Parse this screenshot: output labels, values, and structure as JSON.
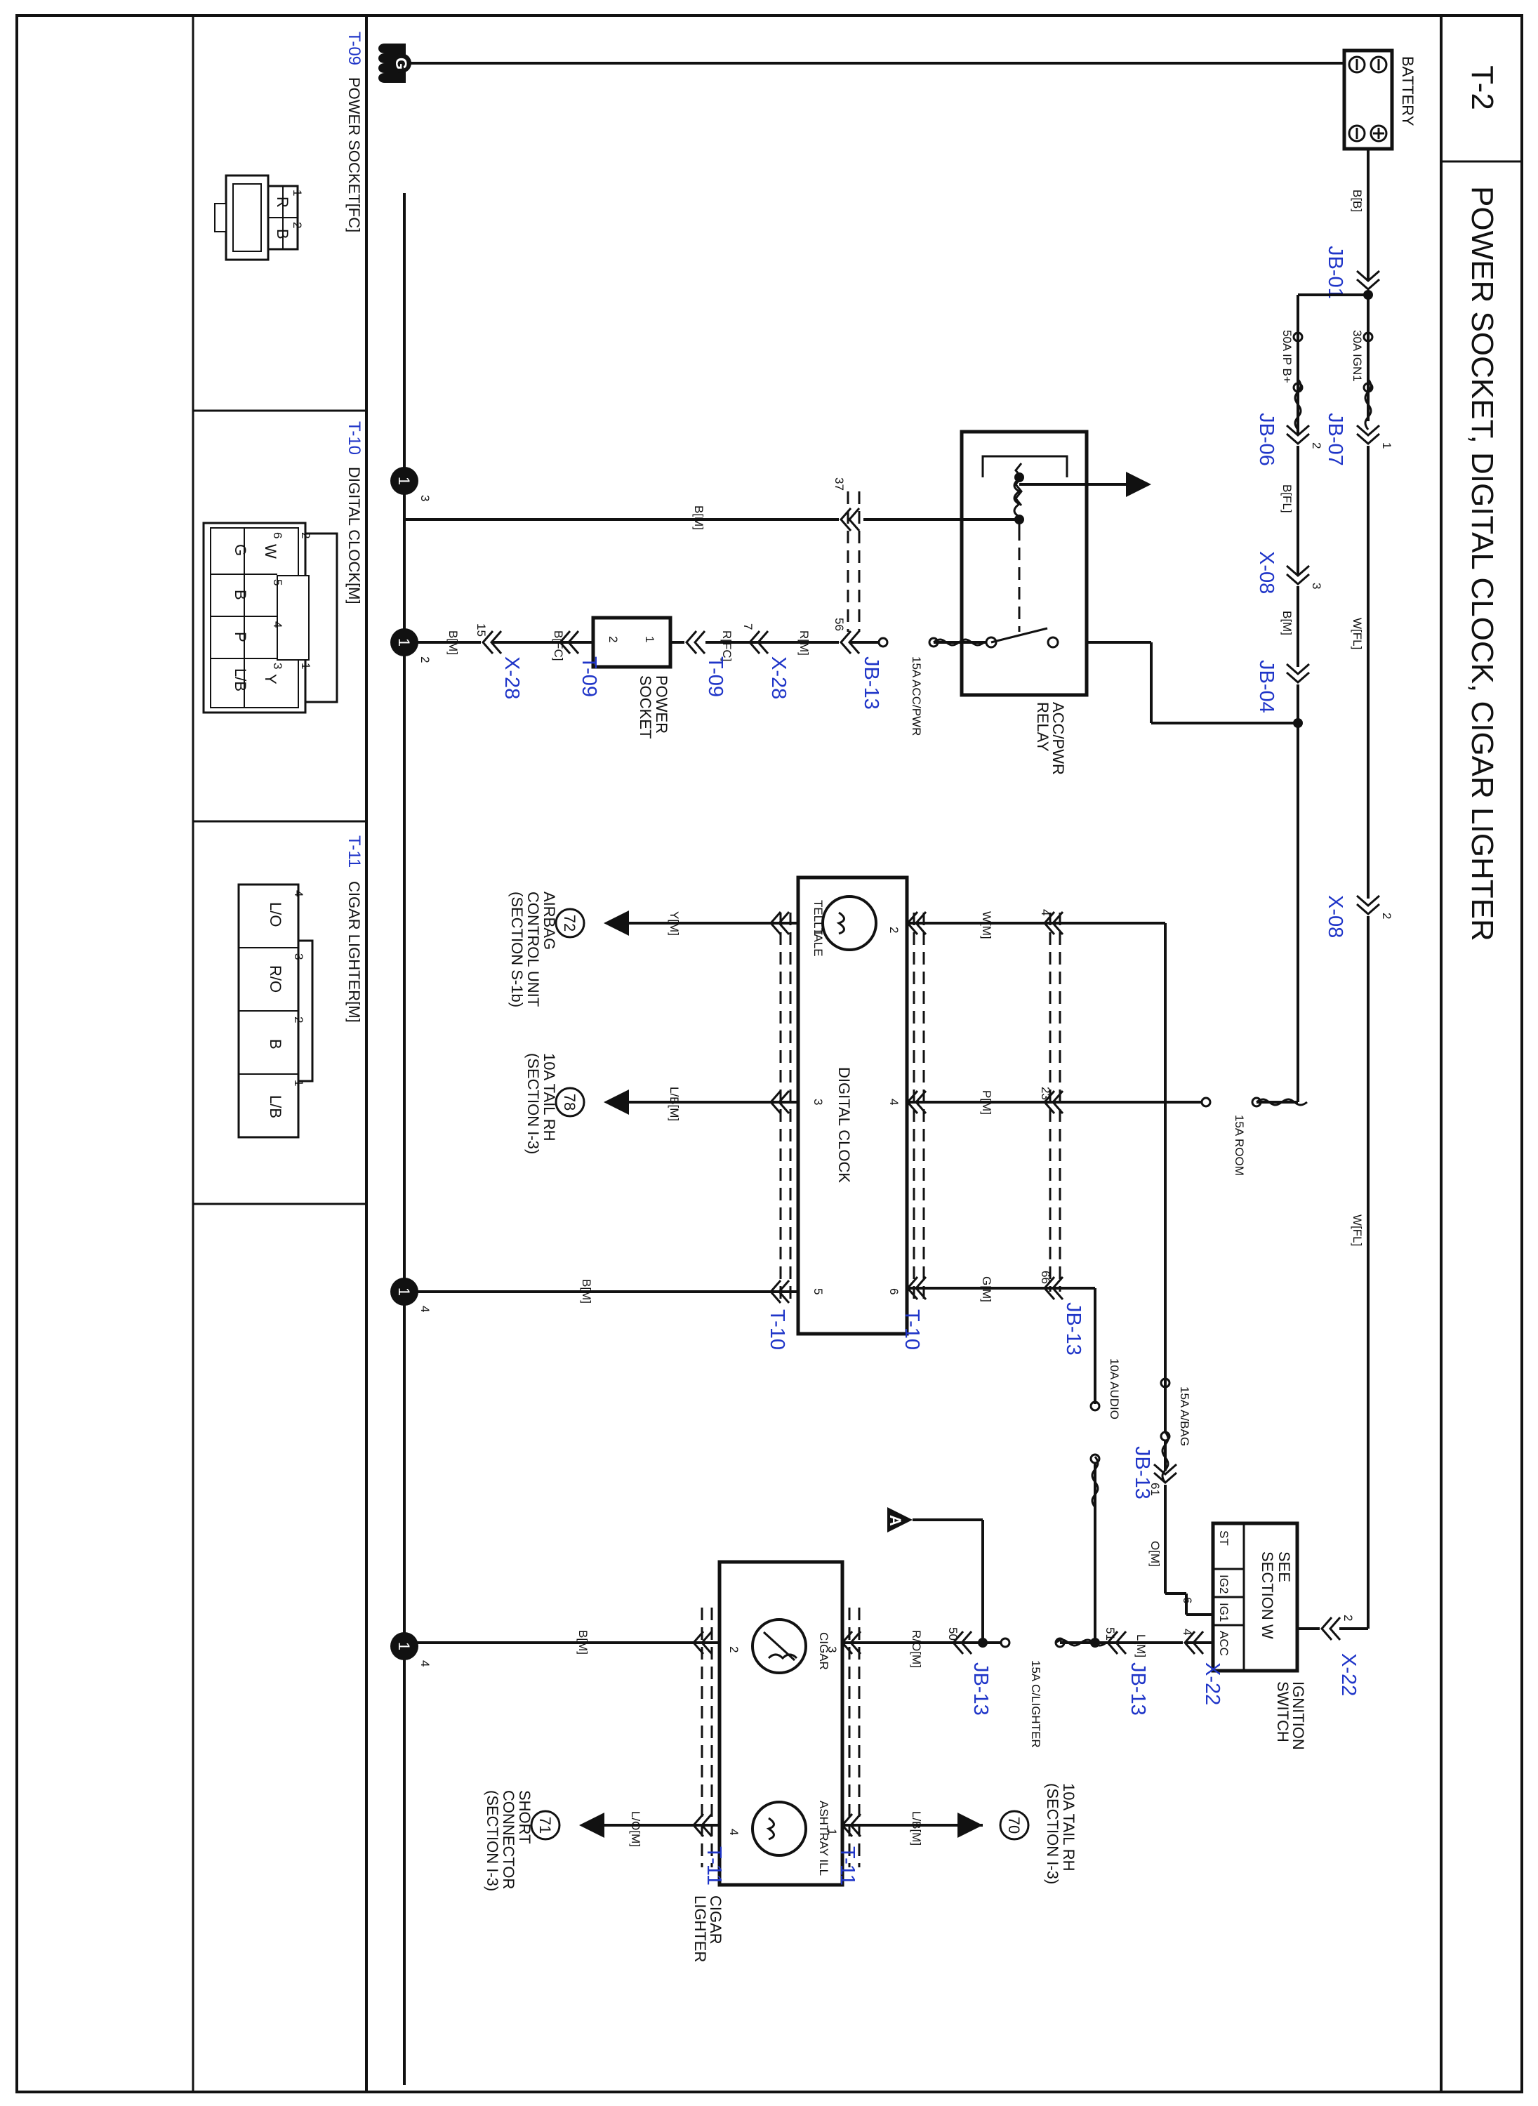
{
  "page": {
    "section_code": "T-2",
    "title": "POWER SOCKET, DIGITAL CLOCK, CIGAR LIGHTER"
  },
  "battery": {
    "label": "BATTERY",
    "wire": "B[B]"
  },
  "ground": {
    "label": "G"
  },
  "ground_points": [
    {
      "num": "1",
      "pin": "3"
    },
    {
      "num": "1",
      "pin": "2"
    },
    {
      "num": "1",
      "pin": "4"
    },
    {
      "num": "1",
      "pin": "4"
    }
  ],
  "fuses": {
    "ign1": "30A IGN1",
    "ipb": "50A IP B+",
    "acc_pwr": "15A ACC/PWR",
    "room": "15A ROOM",
    "airbag": "15A A/BAG",
    "audio": "10A AUDIO",
    "clighter": "15A C/LIGHTER"
  },
  "connectors": {
    "jb01": "JB-01",
    "jb07": "JB-07",
    "jb06": "JB-06",
    "x08a": "X-08",
    "x08b": "X-08",
    "jb04": "JB-04",
    "jb13a": "JB-13",
    "jb13b": "JB-13",
    "jb13c": "JB-13",
    "jb13d": "JB-13",
    "jb13e": "JB-13",
    "x28a": "X-28",
    "x28b": "X-28",
    "t09a": "T-09",
    "t09b": "T-09",
    "t10a": "T-10",
    "t10b": "T-10",
    "x22a": "X-22",
    "x22b": "X-22",
    "t11a": "T-11",
    "t11b": "T-11"
  },
  "pins": {
    "p1": "1",
    "p2": "2",
    "p3": "3",
    "p2b": "2",
    "p37": "37",
    "p56": "56",
    "p7": "7",
    "p15": "15",
    "p4": "4",
    "p23": "23",
    "p66": "66",
    "p61": "61",
    "p6": "6",
    "p4b": "4",
    "p2c": "2",
    "p50": "50",
    "p51": "51"
  },
  "wires": {
    "bfl": "B[FL]",
    "bm1": "B[M]",
    "wfl1": "W[FL]",
    "bm2": "B[M]",
    "rm": "R[M]",
    "rfc": "R[FC]",
    "bfc": "B[FC]",
    "bm3": "B[M]",
    "ym": "Y[M]",
    "lbm": "L/B[M]",
    "wm": "W[M]",
    "pm": "P[M]",
    "gm": "G[M]",
    "bm4": "B[M]",
    "wfl2": "W[FL]",
    "om": "O[M]",
    "lm": "L[M]",
    "rom": "R/O[M]",
    "bm5": "B[M]",
    "lom": "L/O[M]",
    "lbm2": "L/B[M]"
  },
  "relay": {
    "label1": "ACC/PWR",
    "label2": "RELAY",
    "ref": "A"
  },
  "ref_a": "A",
  "power_socket": {
    "label1": "POWER",
    "label2": "SOCKET",
    "pin_a": "1",
    "pin_b": "2"
  },
  "digital_clock": {
    "label": "DIGITAL CLOCK",
    "telltale": "TELLTALE",
    "pin1": "1",
    "pin2": "2",
    "pin3": "3",
    "pin4": "4",
    "pin5": "5",
    "pin6": "6"
  },
  "ignition_switch": {
    "label1": "SEE",
    "label2": "SECTION W",
    "label3": "IGNITION",
    "label4": "SWITCH",
    "st": "ST",
    "ig2": "IG2",
    "ig1": "IG1",
    "acc": "ACC"
  },
  "cigar_lighter": {
    "cigar": "CIGAR",
    "ashtray": "ASHTRAY ILL",
    "label1": "CIGAR",
    "label2": "LIGHTER",
    "pin1": "1",
    "pin2": "2",
    "pin3": "3",
    "pin4": "4"
  },
  "references": [
    {
      "num": "72",
      "lines": [
        "AIRBAG",
        "CONTROL UNIT",
        "(SECTION S-1b)"
      ]
    },
    {
      "num": "78",
      "lines": [
        "10A TAIL RH",
        "(SECTION I-3)"
      ]
    },
    {
      "num": "71",
      "lines": [
        "SHORT",
        "CONNECTOR",
        "(SECTION I-3)"
      ]
    },
    {
      "num": "70",
      "lines": [
        "10A TAIL RH",
        "(SECTION I-3)"
      ]
    }
  ],
  "connector_views": [
    {
      "code": "T-09",
      "label": "POWER SOCKET[FC]",
      "pins": [
        "1",
        "2"
      ],
      "colors": [
        "R",
        "B"
      ]
    },
    {
      "code": "T-10",
      "label": "DIGITAL CLOCK[M]",
      "pins": [
        "6",
        "5",
        "4",
        "3",
        "2",
        "1"
      ],
      "colors": [
        "G",
        "B",
        "P",
        "L/B",
        "W",
        "Y"
      ]
    },
    {
      "code": "T-11",
      "label": "CIGAR LIGHTER[M]",
      "pins": [
        "4",
        "3",
        "2",
        "1"
      ],
      "colors": [
        "L/O",
        "R/O",
        "B",
        "L/B"
      ]
    }
  ]
}
